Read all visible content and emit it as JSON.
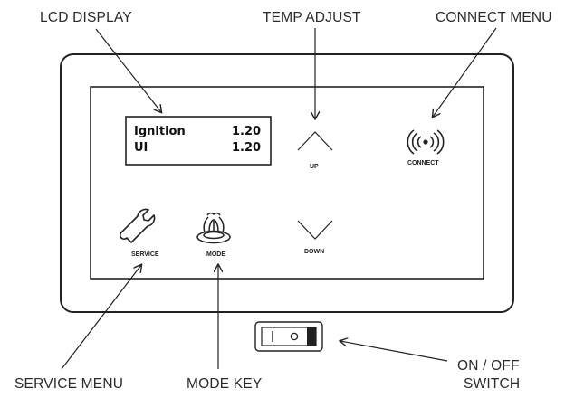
{
  "callouts": {
    "lcd_display": "LCD DISPLAY",
    "temp_adjust": "TEMP ADJUST",
    "connect_menu": "CONNECT MENU",
    "service_menu": "SERVICE MENU",
    "mode_key": "MODE KEY",
    "on_off_line1": "ON / OFF",
    "on_off_line2": "SWITCH"
  },
  "lcd": {
    "rows": [
      {
        "label": "Ignition",
        "value": "1.20"
      },
      {
        "label": "UI",
        "value": "1.20"
      }
    ]
  },
  "buttons": {
    "up": "UP",
    "down": "DOWN",
    "connect": "CONNECT",
    "service": "SERVICE",
    "mode": "MODE"
  },
  "icons": {
    "up": "chevron-up-icon",
    "down": "chevron-down-icon",
    "connect": "wireless-signal-icon",
    "service": "wrench-icon",
    "mode": "spa-jets-icon",
    "switch": "rocker-switch-icon"
  },
  "colors": {
    "stroke": "#222222",
    "text": "#2a2a2a"
  }
}
